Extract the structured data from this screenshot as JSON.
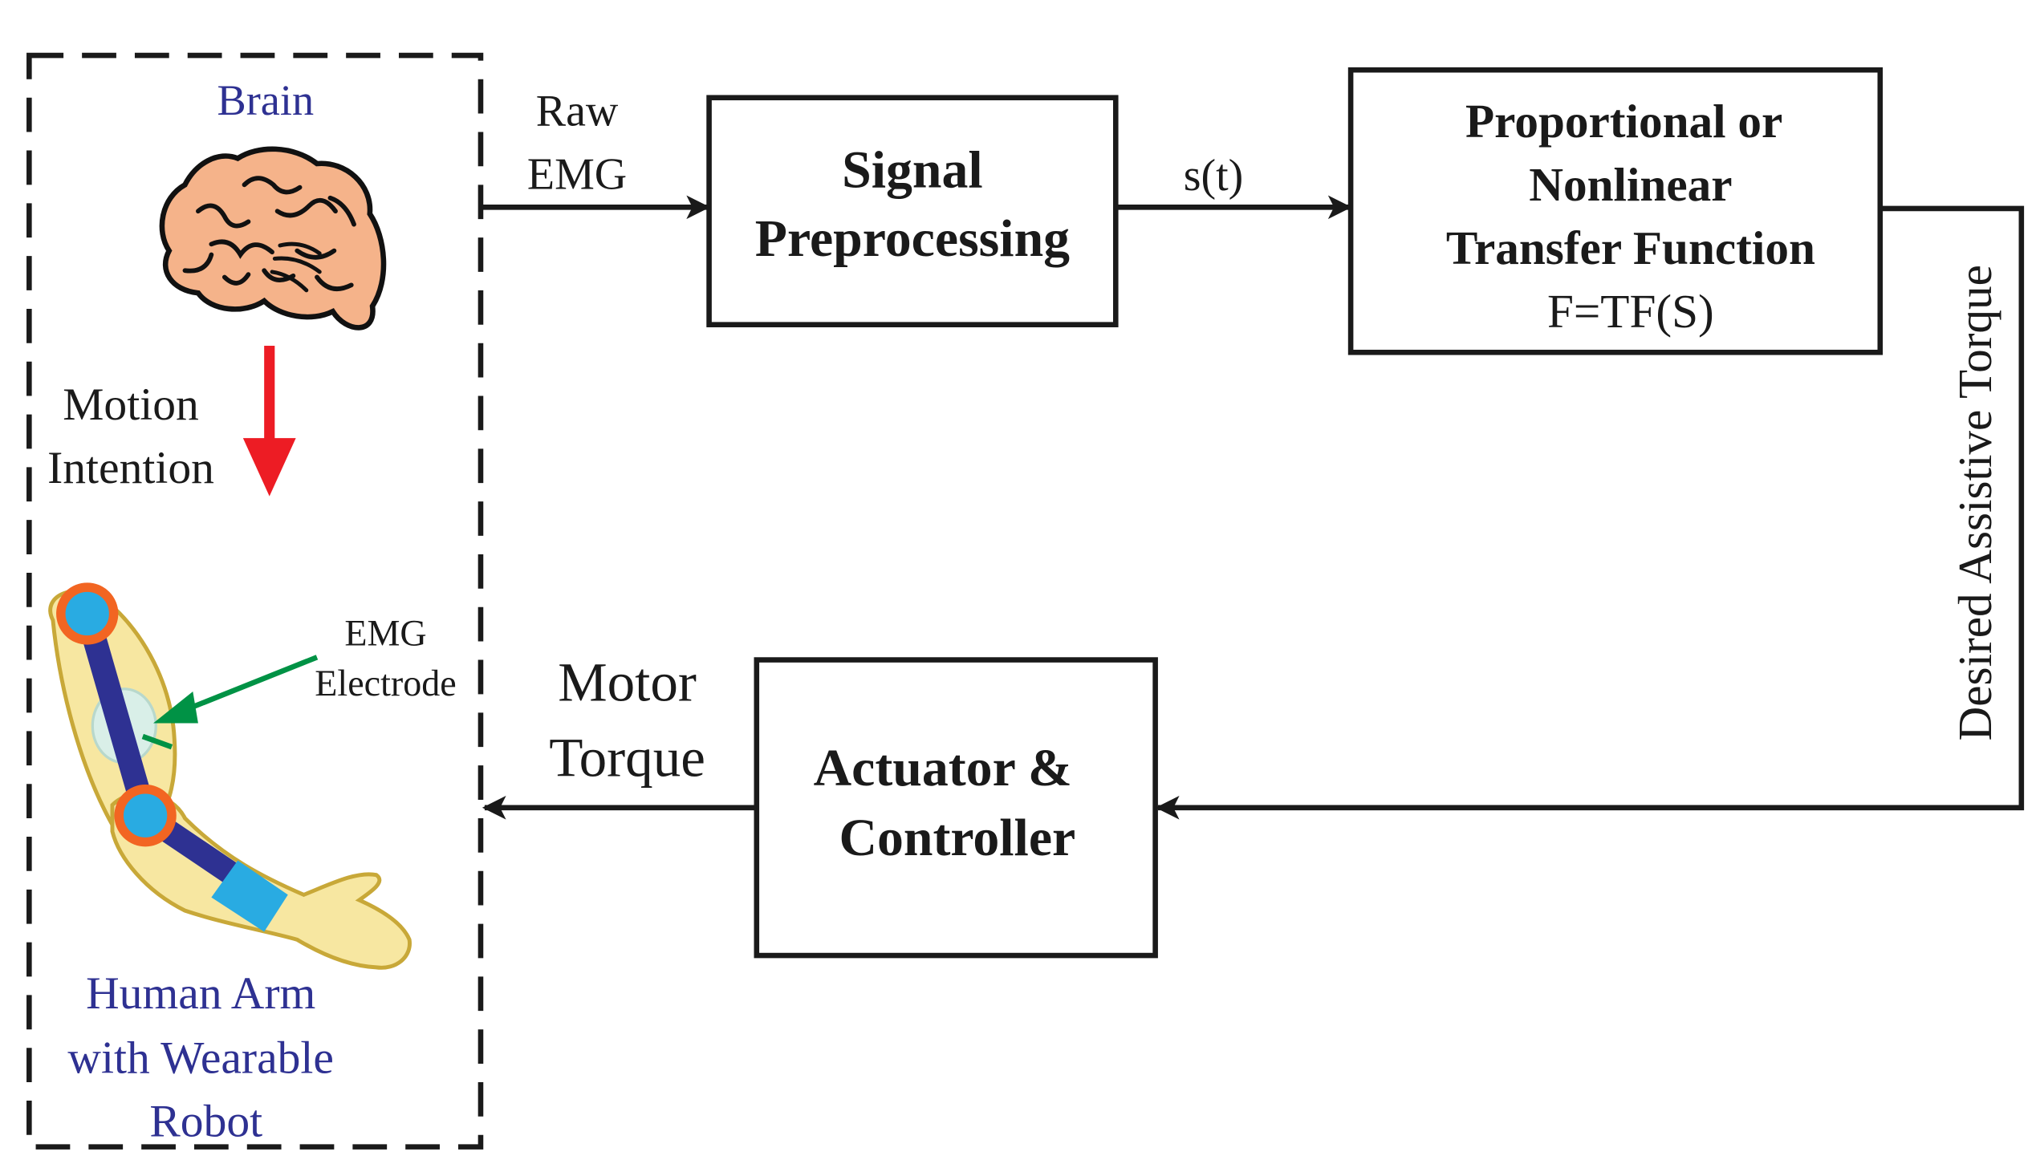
{
  "colors": {
    "line": "#1a1a1a",
    "blue_label": "#2e3192",
    "intention_arrow": "#ed1c24",
    "electrode_arrow": "#009245",
    "skin": "#f7e7a1",
    "skin_outline": "#c8a838",
    "arm_link": "#2e3192",
    "joint_outer": "#f26522",
    "joint_inner": "#29abe2",
    "cuff": "#29abe2",
    "brain_fill": "#f5b38a"
  },
  "subject_panel": {
    "brain_label": "Brain",
    "brain_icon": "brain-icon",
    "intention_label_line1": "Motion",
    "intention_label_line2": "Intention",
    "electrode_label_line1": "EMG",
    "electrode_label_line2": "Electrode",
    "arm_icon": "arm-with-exoskeleton-icon",
    "arm_label_line1": "Human Arm",
    "arm_label_line2": "with Wearable",
    "arm_label_line3": "Robot"
  },
  "signals": {
    "raw_emg_line1": "Raw",
    "raw_emg_line2": "EMG",
    "processed": "s(t)",
    "desired_torque": "Desired Assistive Torque",
    "motor_torque_line1": "Motor",
    "motor_torque_line2": "Torque"
  },
  "blocks": {
    "preprocessing_line1": "Signal",
    "preprocessing_line2": "Preprocessing",
    "transfer_line1": "Proportional or",
    "transfer_line2": "Nonlinear",
    "transfer_line3": "Transfer Function",
    "transfer_formula": "F=TF(S)",
    "actuator_line1": "Actuator &",
    "actuator_line2": "Controller"
  }
}
